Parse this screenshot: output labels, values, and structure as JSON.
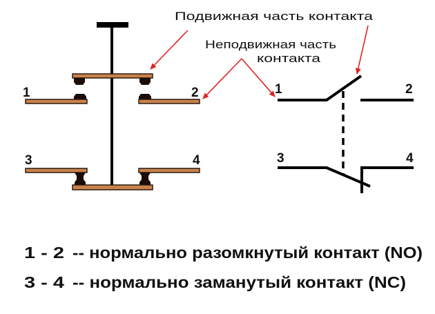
{
  "labels": {
    "moving_part": "Подвижная часть контакта",
    "fixed_part_line1": "Неподвижная часть",
    "fixed_part_line2": "контакта"
  },
  "terminals": {
    "t1": "1",
    "t2": "2",
    "t3": "3",
    "t4": "4"
  },
  "legend": [
    {
      "pair": "1 - 2",
      "text": "-- нормально разомкнутый контакт (NO)"
    },
    {
      "pair": "3 - 4",
      "text": "-- нормально заманутый контакт (NC)"
    }
  ],
  "colors": {
    "contact": "#c9824a",
    "arrow": "#e02020",
    "line": "#000000"
  }
}
